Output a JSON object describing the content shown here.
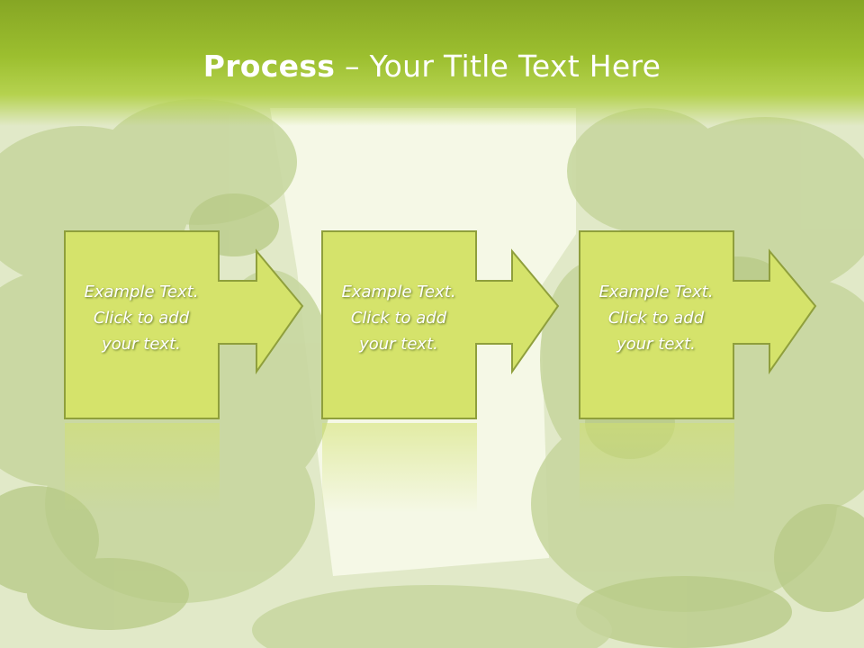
{
  "slide": {
    "title_bold": "Process",
    "title_rest": " – Your Title Text Here"
  },
  "steps": [
    {
      "text": "Example Text.\nClick  to add\nyour text."
    },
    {
      "text": "Example Text.\nClick  to add\nyour text."
    },
    {
      "text": "Example Text.\nClick  to add\nyour text."
    }
  ],
  "colors": {
    "title_bar": "#8fb02a",
    "box_fill": "#d5e36b",
    "box_border": "#8f9f3c",
    "text": "#ffffff"
  }
}
